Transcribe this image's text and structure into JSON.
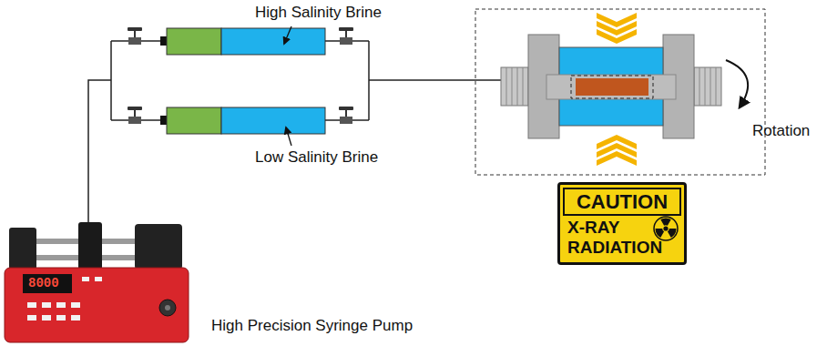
{
  "diagram": {
    "nodes": [
      {
        "text": [
          "CAUTION",
          "X-RAY RADIATION"
        ]
      }
    ],
    "labels": [
      "High Salinity Brine",
      "Low Salinity Brine",
      "Rotation",
      "High Precision Syringe Pump",
      "8000"
    ]
  }
}
